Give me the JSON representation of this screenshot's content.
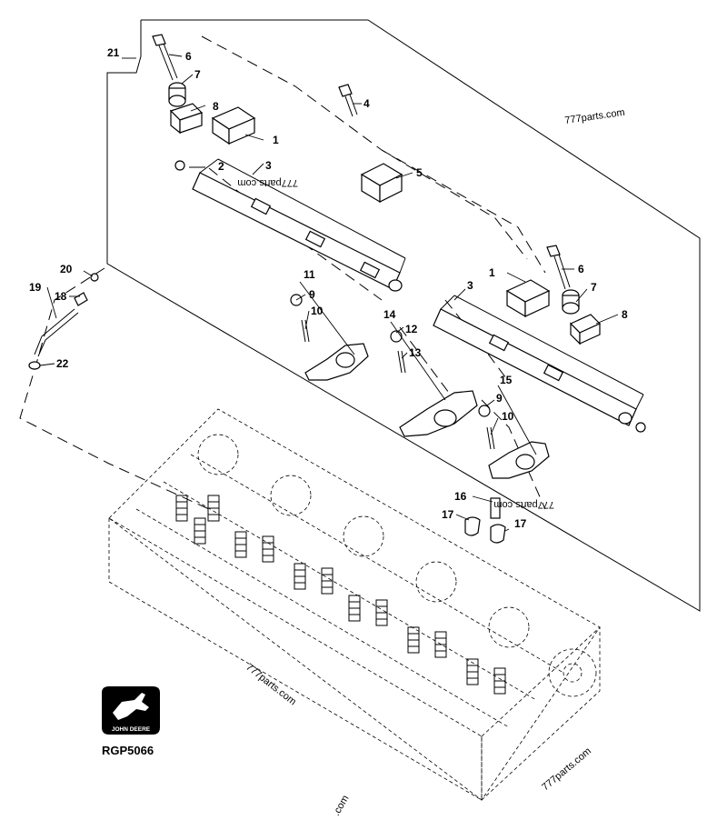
{
  "callouts": {
    "c1a": "1",
    "c1b": "1",
    "c2": "2",
    "c3a": "3",
    "c3b": "3",
    "c4": "4",
    "c5": "5",
    "c6a": "6",
    "c6b": "6",
    "c7a": "7",
    "c7b": "7",
    "c8a": "8",
    "c8b": "8",
    "c9a": "9",
    "c9b": "9",
    "c10a": "10",
    "c10b": "10",
    "c11": "11",
    "c12": "12",
    "c13": "13",
    "c14": "14",
    "c15": "15",
    "c16": "16",
    "c17a": "17",
    "c17b": "17",
    "c18": "18",
    "c19": "19",
    "c20": "20",
    "c21": "21",
    "c22": "22"
  },
  "watermarks": {
    "w1": "777parts.com",
    "w2": "777parts.com",
    "w3": "777parts.com",
    "w4": "777parts.com",
    "w5": "777parts.com",
    "w6": ".com"
  },
  "logo": {
    "brand_text": "JOHN DEERE"
  },
  "reference_code": "RGP5066"
}
